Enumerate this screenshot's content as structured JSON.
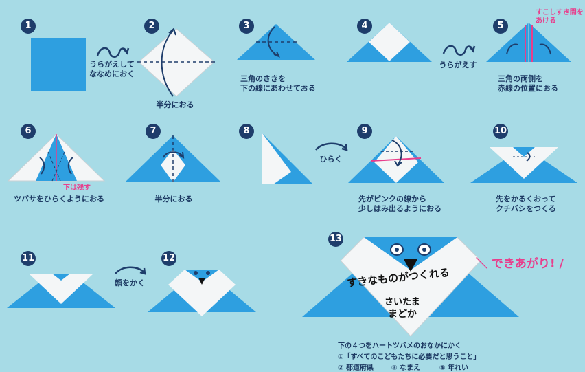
{
  "steps": [
    {
      "num": "1"
    },
    {
      "num": "2",
      "caption": "半分におる"
    },
    {
      "num": "3",
      "caption_lines": [
        "三角のさきを",
        "下の線にあわせておる"
      ]
    },
    {
      "num": "4"
    },
    {
      "num": "5",
      "caption_lines": [
        "三角の両側を",
        "赤線の位置におる"
      ],
      "note_lines": [
        "すこしすき間を",
        "あける"
      ]
    },
    {
      "num": "6",
      "caption": "ツバサをひらくようにおる",
      "note": "下は残す"
    },
    {
      "num": "7",
      "caption": "半分におる"
    },
    {
      "num": "8"
    },
    {
      "num": "9",
      "caption_lines": [
        "先がピンクの線から",
        "少しはみ出るようにおる"
      ]
    },
    {
      "num": "10",
      "caption_lines": [
        "先をかるくおって",
        "クチバシをつくる"
      ]
    },
    {
      "num": "11"
    },
    {
      "num": "12"
    },
    {
      "num": "13"
    }
  ],
  "transitions": {
    "flip_diagonal": [
      "うらがえして",
      "ななめにおく"
    ],
    "flip": "うらがえす",
    "open": "ひらく",
    "draw_face": "顔をかく"
  },
  "finished": "＼ できあがり! /",
  "bird_text": {
    "line1": "すきなものがつくれる",
    "line2": "さいたま",
    "line3": "まどか"
  },
  "footer": {
    "instruction": "下の４つをハートツバメのおなかにかく",
    "item1": "①「すべてのこどもたちに必要だと思うこと」",
    "item2": "② 都道府県",
    "item3": "③ なまえ",
    "item4": "④ 年れい"
  },
  "colors": {
    "background": "#a7dbe6",
    "paper_blue": "#2e9fe0",
    "paper_white": "#f4f6f7",
    "accent": "#e83e8c",
    "navy": "#1e3d6b"
  }
}
